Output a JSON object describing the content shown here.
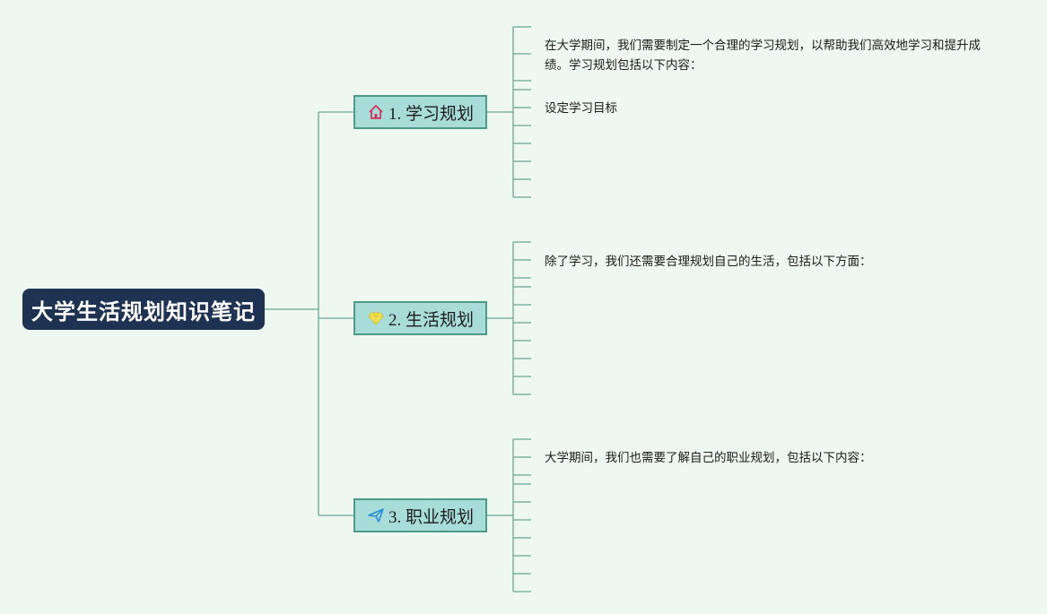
{
  "root": {
    "title": "大学生活规划知识笔记"
  },
  "branches": [
    {
      "label": "1. 学习规划",
      "icon": "house-icon",
      "icon_color": "#d0345f",
      "leaves": [
        "在大学期间，我们需要制定一个合理的学习规划，以帮助我们高效地学习和提升成绩。学习规划包括以下内容：",
        "设定学习目标"
      ]
    },
    {
      "label": "2. 生活规划",
      "icon": "diamond-icon",
      "icon_color": "#f3e35a",
      "leaves": [
        "除了学习，我们还需要合理规划自己的生活，包括以下方面："
      ]
    },
    {
      "label": "3. 职业规划",
      "icon": "paper-plane-icon",
      "icon_color": "#2b8fd6",
      "leaves": [
        "大学期间，我们也需要了解自己的职业规划，包括以下内容："
      ]
    }
  ],
  "colors": {
    "background": "#eef8f0",
    "root_fill": "#1e3352",
    "branch_fill": "#a8dcd9",
    "branch_border": "#4e9a88",
    "connector": "#6aa596"
  }
}
